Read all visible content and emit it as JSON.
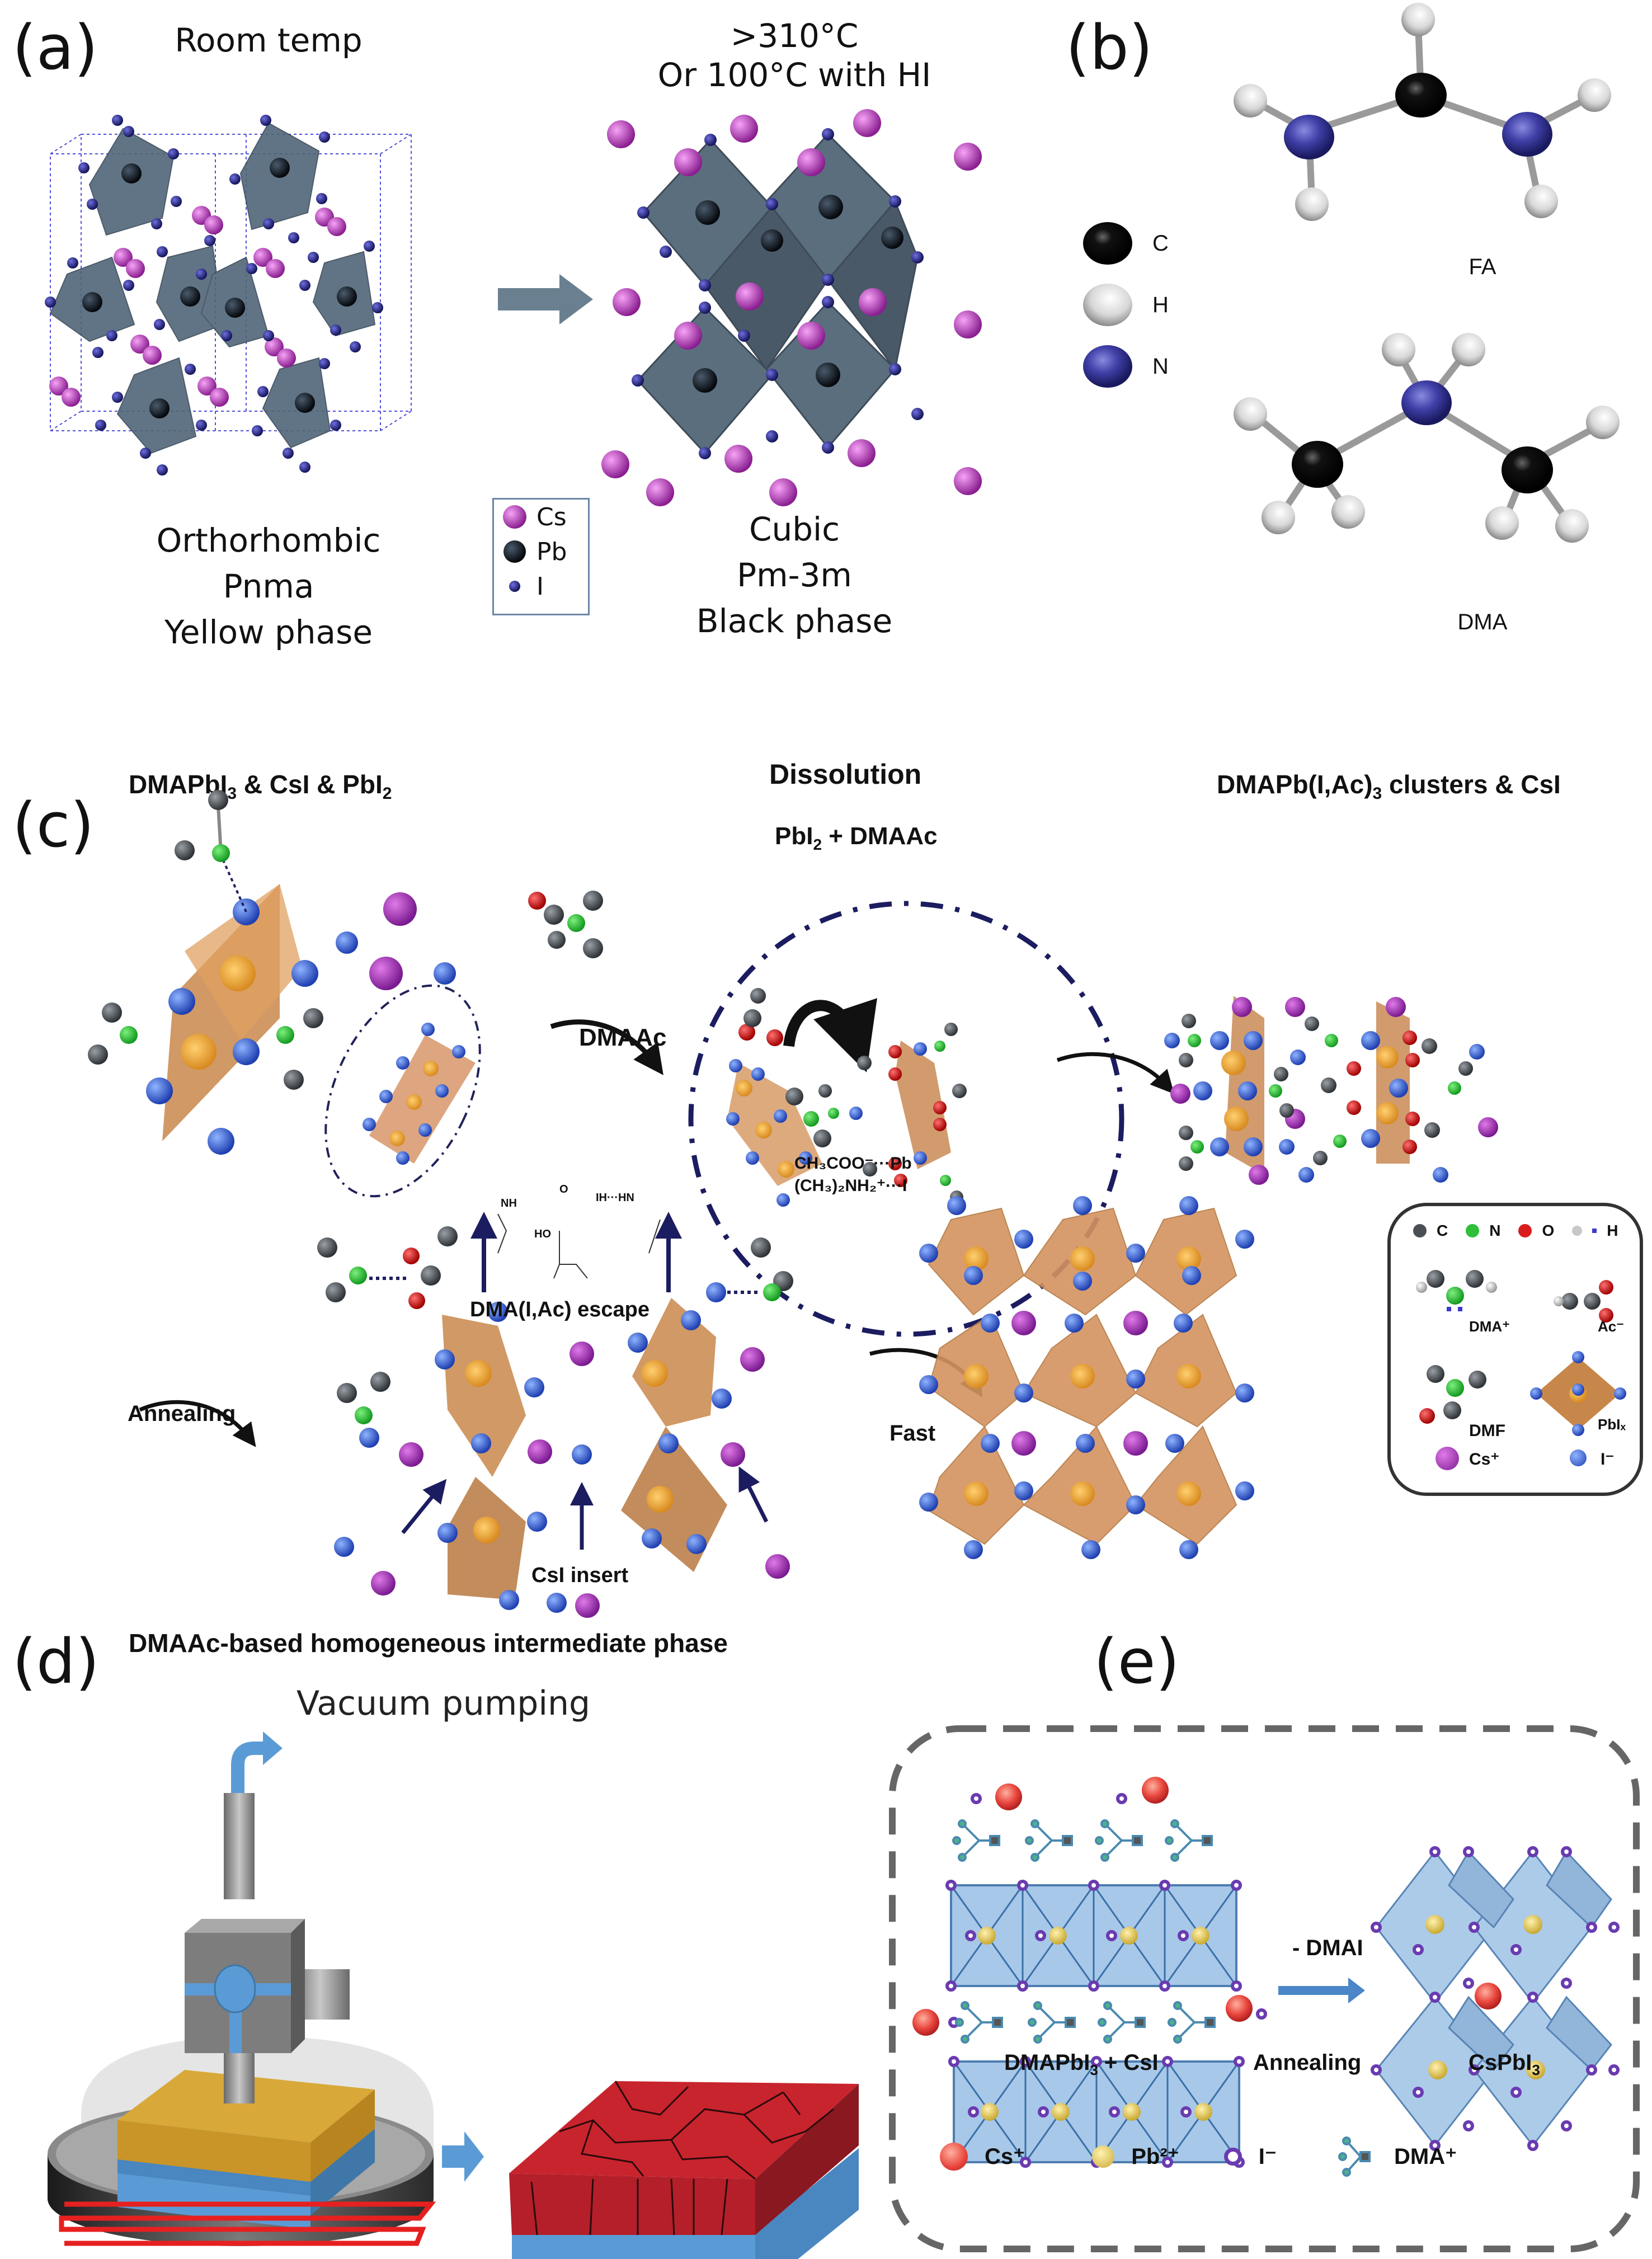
{
  "figure": {
    "panels": {
      "a": {
        "label": "(a)",
        "left_condition": "Room temp",
        "right_condition_line1": ">310°C",
        "right_condition_line2": "Or 100°C with HI",
        "left_phase": [
          "Orthorhombic",
          "Pnma",
          "Yellow phase"
        ],
        "right_phase": [
          "Cubic",
          "Pm-3m",
          "Black phase"
        ],
        "legend": [
          {
            "symbol": "cs-atom-icon",
            "label": "Cs",
            "color": "#b040b8"
          },
          {
            "symbol": "pb-atom-icon",
            "label": "Pb",
            "color": "#1e2a3a"
          },
          {
            "symbol": "i-atom-icon",
            "label": "I",
            "color": "#2c2c8c"
          }
        ],
        "arrow": "right-arrow-icon"
      },
      "b": {
        "label": "(b)",
        "molecules": [
          "FA",
          "DMA"
        ],
        "legend": [
          {
            "symbol": "carbon-atom-icon",
            "label": "C",
            "color": "#0a0a0a"
          },
          {
            "symbol": "hydrogen-atom-icon",
            "label": "H",
            "color": "#e0e0e0"
          },
          {
            "symbol": "nitrogen-atom-icon",
            "label": "N",
            "color": "#3c3ca0"
          }
        ]
      },
      "c": {
        "label": "(c)",
        "title_left_main": "DMAPbI",
        "title_left_sub": "3",
        "title_left_rest": " & CsI & PbI",
        "title_left_sub2": "2",
        "title_middle": "Dissolution",
        "circle_title_main": "PbI",
        "circle_title_sub": "2",
        "circle_title_rest": " + DMAAc",
        "circle_note1": "CH₃COO⁻···Pb",
        "circle_note2": "(CH₃)₂NH₂⁺···I",
        "arrow1_label": "DMAAc",
        "title_right_main": "DMAPb(I,Ac)",
        "title_right_sub": "3",
        "title_right_rest": " clusters & CsI",
        "annealing_label": "Annealing",
        "escape_label": "DMA(I,Ac) escape",
        "escape_struct_nh": "NH",
        "escape_struct_ho": "HO",
        "escape_struct_o": "O",
        "escape_struct_ihn": "IH···HN",
        "insert_label": "CsI insert",
        "bottom_caption": "DMAAc-based homogeneous intermediate phase",
        "fast_label": "Fast",
        "legend": {
          "atoms": [
            {
              "label": "C",
              "color": "#4a4f55"
            },
            {
              "label": "N",
              "color": "#2fbf3a"
            },
            {
              "label": "O",
              "color": "#d81c1c"
            },
            {
              "label": "H",
              "color": "#c8c8c8"
            }
          ],
          "species": [
            "DMA⁺",
            "Ac⁻",
            "DMF",
            "PbIₓ",
            "Cs⁺",
            "I⁻"
          ]
        }
      },
      "d": {
        "label": "(d)",
        "vacuum_label": "Vacuum pumping"
      },
      "e": {
        "label": "(e)",
        "arrow_label": "- DMAI",
        "left_caption_main": "DMAPbI",
        "left_caption_sub": "3",
        "left_caption_rest": " + CsI",
        "middle_caption": "Annealing",
        "right_caption_main": "CsPbI",
        "right_caption_sub": "3",
        "legend": [
          {
            "label": "Cs⁺",
            "color": "#e8453c"
          },
          {
            "label": "Pb²⁺",
            "color": "#e6c84a"
          },
          {
            "label": "I⁻",
            "color": "#6a3bb0"
          },
          {
            "label": "DMA⁺",
            "color": "#4fb08a"
          }
        ]
      }
    }
  }
}
